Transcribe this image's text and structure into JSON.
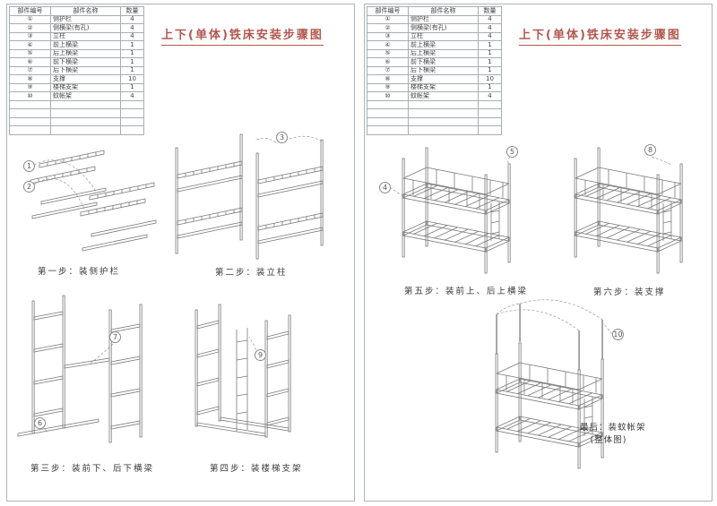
{
  "title": "上下(单体)铁床安装步骤图",
  "title_color": "#b2584e",
  "line_color": "#7a7a7a",
  "parts_table": {
    "headers": [
      "部件编号",
      "部件名称",
      "数量"
    ],
    "rows": [
      {
        "num": "①",
        "name": "侧护栏",
        "qty": "4"
      },
      {
        "num": "②",
        "name": "侧横梁(有孔)",
        "qty": "4"
      },
      {
        "num": "③",
        "name": "立柱",
        "qty": "4"
      },
      {
        "num": "④",
        "name": "前上横梁",
        "qty": "1"
      },
      {
        "num": "⑤",
        "name": "后上横梁",
        "qty": "1"
      },
      {
        "num": "⑥",
        "name": "前下横梁",
        "qty": "1"
      },
      {
        "num": "⑦",
        "name": "后下横梁",
        "qty": "1"
      },
      {
        "num": "⑧",
        "name": "支撑",
        "qty": "10"
      },
      {
        "num": "⑨",
        "name": "楼梯支架",
        "qty": "1"
      },
      {
        "num": "⑩",
        "name": "蚊帐架",
        "qty": "4"
      }
    ]
  },
  "steps": {
    "step1": {
      "label": "第一步：装侧护栏",
      "callouts": {
        "a": "1",
        "b": "2"
      }
    },
    "step2": {
      "label": "第二步：装立柱",
      "callouts": {
        "a": "3"
      }
    },
    "step3": {
      "label": "第三步：装前下、后下横梁",
      "callouts": {
        "a": "7",
        "b": "6"
      }
    },
    "step4": {
      "label": "第四步：装楼梯支架",
      "callouts": {
        "a": "9"
      }
    },
    "step5": {
      "label": "第五步：装前上、后上横梁",
      "callouts": {
        "a": "4",
        "b": "5"
      }
    },
    "step6": {
      "label": "第六步：装支撑",
      "callouts": {
        "a": "8"
      }
    },
    "final": {
      "label": "最后：装蚊帐架",
      "sublabel": "(整体图)",
      "callouts": {
        "a": "10"
      }
    }
  }
}
